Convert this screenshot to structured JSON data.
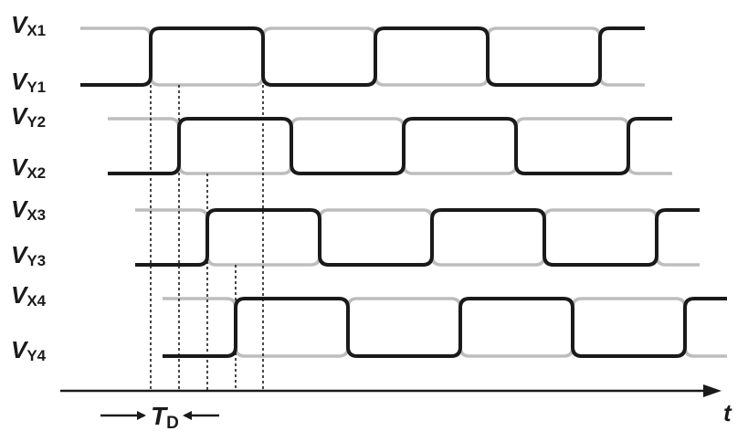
{
  "colors": {
    "dark_wave": "#1a1a1a",
    "light_wave": "#bdbdbd",
    "axis": "#1a1a1a",
    "guide": "#1a1a1a"
  },
  "signals": [
    {
      "top": {
        "main": "V",
        "sub": "X1"
      },
      "bottom": {
        "main": "V",
        "sub": "Y1"
      }
    },
    {
      "top": {
        "main": "V",
        "sub": "Y2"
      },
      "bottom": {
        "main": "V",
        "sub": "X2"
      }
    },
    {
      "top": {
        "main": "V",
        "sub": "X3"
      },
      "bottom": {
        "main": "V",
        "sub": "Y3"
      }
    },
    {
      "top": {
        "main": "V",
        "sub": "X4"
      },
      "bottom": {
        "main": "V",
        "sub": "Y4"
      }
    }
  ],
  "delay_label": {
    "main": "T",
    "sub": "D"
  },
  "axis_label": "t"
}
